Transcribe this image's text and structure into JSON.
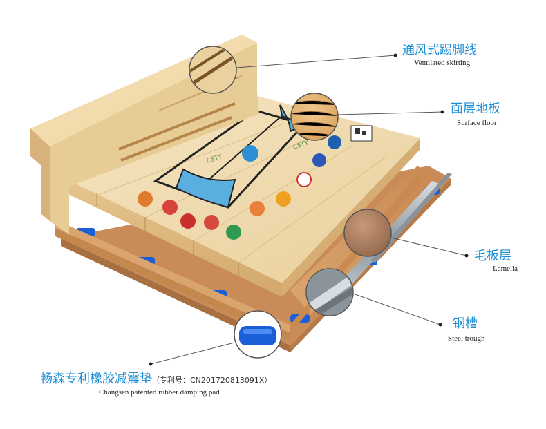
{
  "colors": {
    "accent_blue": "#1e8fd6",
    "wood_light": "#f1dcb0",
    "wood_mid": "#e2c28a",
    "wood_dark": "#c79a5d",
    "pad_blue": "#1a5fd8",
    "steel": "#9aa3ab"
  },
  "labels": {
    "skirting_cn": "通风式踢脚线",
    "skirting_en": "Ventilated skirting",
    "surface_cn": "面层地板",
    "surface_en": "Surface floor",
    "lamella_cn": "毛板层",
    "lamella_en": "Lamella",
    "trough_cn": "钢槽",
    "trough_en": "Steel trough",
    "pad_cn": "畅森专利橡胶减震垫",
    "pad_patent": "（专利号：CN201720813091X）",
    "pad_en": "Changsen patented rubber damping pad"
  },
  "board_brand": "CSTY"
}
